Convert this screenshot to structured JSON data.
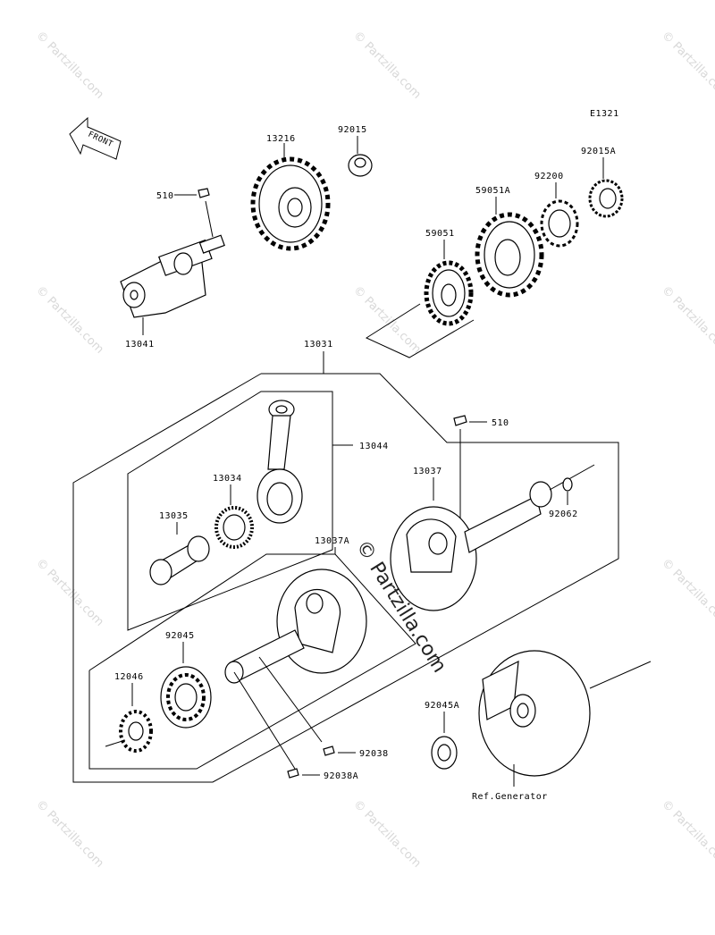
{
  "diagram_code": "E1321",
  "front_label": "FRONT",
  "watermark": "© Partzilla.com",
  "parts": {
    "p13041": "13041",
    "p510_top": "510",
    "p13216": "13216",
    "p92015": "92015",
    "p92015A": "92015A",
    "p92200": "92200",
    "p59051A": "59051A",
    "p59051": "59051",
    "p13031": "13031",
    "p13044": "13044",
    "p13034": "13034",
    "p13035": "13035",
    "p510_mid": "510",
    "p13037": "13037",
    "p92062": "92062",
    "p13037A": "13037A",
    "p92045": "92045",
    "p12046": "12046",
    "p92045A": "92045A",
    "p92038": "92038",
    "p92038A": "92038A",
    "ref_generator": "Ref.Generator"
  }
}
